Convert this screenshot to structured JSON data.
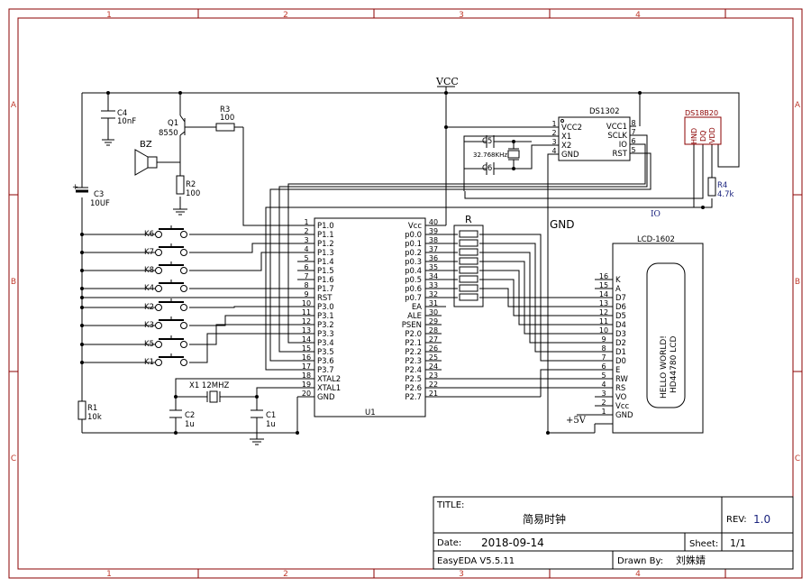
{
  "frame": {
    "cols": [
      "1",
      "2",
      "3",
      "4"
    ],
    "rows": [
      "A",
      "B",
      "C"
    ]
  },
  "title_block": {
    "title_label": "TITLE:",
    "title": "简易时钟",
    "rev_label": "REV:",
    "rev": "1.0",
    "date_label": "Date:",
    "date": "2018-09-14",
    "sheet_label": "Sheet:",
    "sheet": "1/1",
    "tool": "EasyEDA V5.5.11",
    "drawn_label": "Drawn By:",
    "drawn": "刘姝婧"
  },
  "nets": {
    "vcc": "VCC",
    "gnd": "GND",
    "io": "IO",
    "plus5v": "+5V"
  },
  "parts": {
    "c4": {
      "ref": "C4",
      "val": "10nF"
    },
    "q1": {
      "ref": "Q1",
      "val": "8550"
    },
    "r3": {
      "ref": "R3",
      "val": "100"
    },
    "bz": {
      "ref": "BZ"
    },
    "r2": {
      "ref": "R2",
      "val": "100"
    },
    "c3": {
      "ref": "C3",
      "val": "10UF"
    },
    "r1": {
      "ref": "R1",
      "val": "10k"
    },
    "c2": {
      "ref": "C2",
      "val": "1u"
    },
    "c1": {
      "ref": "C1",
      "val": "1u"
    },
    "x1": {
      "label": "X1 12MHZ"
    },
    "c5": {
      "ref": "C5"
    },
    "c6": {
      "ref": "C6"
    },
    "xtal32": {
      "val": "32.768KHz"
    },
    "rpack": {
      "ref": "R"
    },
    "r4": {
      "ref": "R4",
      "val": "4.7k"
    },
    "u1": {
      "ref": "U1"
    }
  },
  "keys": [
    "K6",
    "K7",
    "K8",
    "K4",
    "K2",
    "K3",
    "K5",
    "K1"
  ],
  "u1": {
    "left": [
      {
        "num": "1",
        "name": "P1.0"
      },
      {
        "num": "2",
        "name": "P1.1"
      },
      {
        "num": "3",
        "name": "P1.2"
      },
      {
        "num": "4",
        "name": "P1.3"
      },
      {
        "num": "5",
        "name": "P1.4"
      },
      {
        "num": "6",
        "name": "P1.5"
      },
      {
        "num": "7",
        "name": "P1.6"
      },
      {
        "num": "8",
        "name": "P1.7"
      },
      {
        "num": "9",
        "name": "RST"
      },
      {
        "num": "10",
        "name": "P3.0"
      },
      {
        "num": "11",
        "name": "P3.1"
      },
      {
        "num": "12",
        "name": "P3.2"
      },
      {
        "num": "13",
        "name": "P3.3"
      },
      {
        "num": "14",
        "name": "P3.4"
      },
      {
        "num": "15",
        "name": "P3.5"
      },
      {
        "num": "16",
        "name": "P3.6"
      },
      {
        "num": "17",
        "name": "P3.7"
      },
      {
        "num": "18",
        "name": "XTAL2"
      },
      {
        "num": "19",
        "name": "XTAL1"
      },
      {
        "num": "20",
        "name": "GND"
      }
    ],
    "right": [
      {
        "num": "40",
        "name": "Vcc"
      },
      {
        "num": "39",
        "name": "p0.0"
      },
      {
        "num": "38",
        "name": "p0.1"
      },
      {
        "num": "37",
        "name": "p0.2"
      },
      {
        "num": "36",
        "name": "p0.3"
      },
      {
        "num": "35",
        "name": "p0.4"
      },
      {
        "num": "34",
        "name": "p0.5"
      },
      {
        "num": "33",
        "name": "p0.6"
      },
      {
        "num": "32",
        "name": "p0.7"
      },
      {
        "num": "31",
        "name": "EA"
      },
      {
        "num": "30",
        "name": "ALE"
      },
      {
        "num": "29",
        "name": "PSEN"
      },
      {
        "num": "28",
        "name": "P2.0"
      },
      {
        "num": "27",
        "name": "P2.1"
      },
      {
        "num": "26",
        "name": "P2.2"
      },
      {
        "num": "25",
        "name": "P2.3"
      },
      {
        "num": "24",
        "name": "P2.4"
      },
      {
        "num": "23",
        "name": "P2.5"
      },
      {
        "num": "22",
        "name": "P2.6"
      },
      {
        "num": "21",
        "name": "P2.7"
      }
    ]
  },
  "lcd": {
    "ref": "LCD-1602",
    "line1": "HELLO WORLD!",
    "line2": "HD44780 LCD",
    "pins": [
      {
        "num": "16",
        "name": "K"
      },
      {
        "num": "15",
        "name": "A"
      },
      {
        "num": "14",
        "name": "D7"
      },
      {
        "num": "13",
        "name": "D6"
      },
      {
        "num": "12",
        "name": "D5"
      },
      {
        "num": "11",
        "name": "D4"
      },
      {
        "num": "10",
        "name": "D3"
      },
      {
        "num": "9",
        "name": "D2"
      },
      {
        "num": "8",
        "name": "D1"
      },
      {
        "num": "7",
        "name": "D0"
      },
      {
        "num": "6",
        "name": "E"
      },
      {
        "num": "5",
        "name": "RW"
      },
      {
        "num": "4",
        "name": "RS"
      },
      {
        "num": "3",
        "name": "VO"
      },
      {
        "num": "2",
        "name": "Vcc"
      },
      {
        "num": "1",
        "name": "GND"
      }
    ]
  },
  "ds1302": {
    "ref": "DS1302",
    "left": [
      {
        "num": "1",
        "name": "VCC2"
      },
      {
        "num": "2",
        "name": "X1"
      },
      {
        "num": "3",
        "name": "X2"
      },
      {
        "num": "4",
        "name": "GND"
      }
    ],
    "right": [
      {
        "num": "8",
        "name": "VCC1"
      },
      {
        "num": "7",
        "name": "SCLK"
      },
      {
        "num": "6",
        "name": "IO"
      },
      {
        "num": "5",
        "name": "RST"
      }
    ]
  },
  "ds18b20": {
    "ref": "DS18B20",
    "pins": [
      "HND",
      "DQ",
      "VDD"
    ]
  }
}
